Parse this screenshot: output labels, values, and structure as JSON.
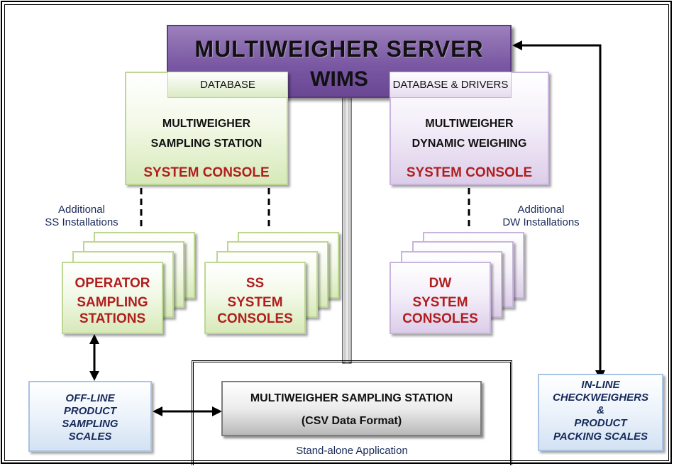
{
  "server": {
    "title": "MULTIWEIGHER SERVER",
    "subtitle": "WIMS"
  },
  "tabs": {
    "left": "DATABASE",
    "right": "DATABASE & DRIVERS"
  },
  "sampling_console": {
    "line1": "MULTIWEIGHER",
    "line2": "SAMPLING STATION",
    "line3": "SYSTEM CONSOLE"
  },
  "dynamic_console": {
    "line1": "MULTIWEIGHER",
    "line2": "DYNAMIC WEIGHING",
    "line3": "SYSTEM CONSOLE"
  },
  "notes": {
    "ss_line1": "Additional",
    "ss_line2": "SS Installations",
    "dw_line1": "Additional",
    "dw_line2": "DW Installations"
  },
  "operator_stations": {
    "line1": "OPERATOR",
    "line2": "SAMPLING",
    "line3": "STATIONS"
  },
  "ss_consoles": {
    "line1": "SS",
    "line2": "SYSTEM",
    "line3": "CONSOLES"
  },
  "dw_consoles": {
    "line1": "DW",
    "line2": "SYSTEM",
    "line3": "CONSOLES"
  },
  "offline_scales": {
    "line1": "OFF-LINE",
    "line2": "PRODUCT",
    "line3": "SAMPLING",
    "line4": "SCALES"
  },
  "inline_scales": {
    "line1": "IN-LINE",
    "line2": "CHECKWEIGHERS",
    "line3": "&",
    "line4": "PRODUCT",
    "line5": "PACKING SCALES"
  },
  "standalone": {
    "title": "MULTIWEIGHER SAMPLING STATION",
    "format": "(CSV Data Format)",
    "label": "Stand-alone Application"
  },
  "colors": {
    "server": "#7a58a3",
    "red_text": "#b01e1e",
    "green_border": "#bcd890",
    "lilac_border": "#c8b4dc",
    "blue_border": "#a9c3e3"
  }
}
